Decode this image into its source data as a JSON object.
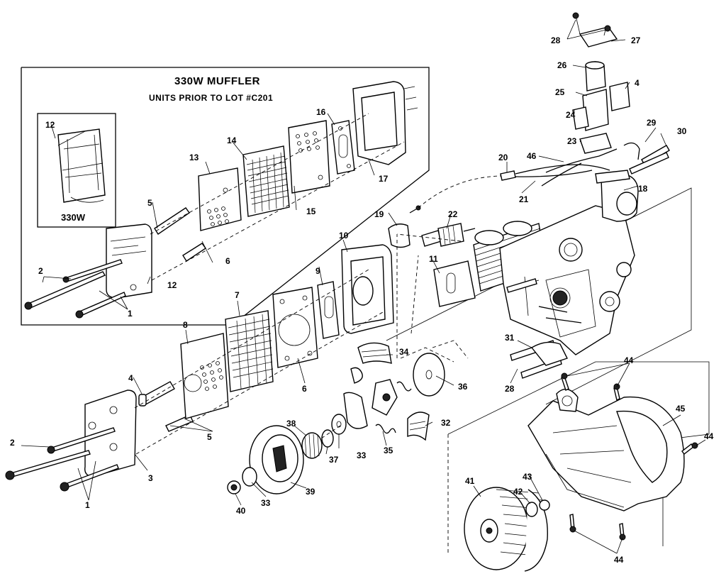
{
  "inset": {
    "title": "330W MUFFLER",
    "subtitle": "UNITS PRIOR TO LOT #C201",
    "small_label": "330W"
  },
  "callouts": {
    "c1a": "1",
    "c1b": "1",
    "c2a": "2",
    "c2b": "2",
    "c3": "3",
    "c4a": "4",
    "c4b": "4",
    "c5a": "5",
    "c5b": "5",
    "c6a": "6",
    "c6b": "6",
    "c7": "7",
    "c8": "8",
    "c9": "9",
    "c10": "10",
    "c11": "11",
    "c12a": "12",
    "c12b": "12",
    "c13": "13",
    "c14": "14",
    "c15": "15",
    "c16": "16",
    "c17": "17",
    "c18": "18",
    "c19": "19",
    "c20": "20",
    "c21": "21",
    "c22": "22",
    "c23": "23",
    "c24": "24",
    "c25": "25",
    "c26": "26",
    "c27": "27",
    "c28a": "28",
    "c28b": "28",
    "c29": "29",
    "c30": "30",
    "c31": "31",
    "c32": "32",
    "c33a": "33",
    "c33b": "33",
    "c34": "34",
    "c35": "35",
    "c36": "36",
    "c37": "37",
    "c38": "38",
    "c39": "39",
    "c40": "40",
    "c41": "41",
    "c42": "42",
    "c43": "43",
    "c44a": "44",
    "c44b": "44",
    "c44c": "44",
    "c45": "45",
    "c46": "46"
  }
}
